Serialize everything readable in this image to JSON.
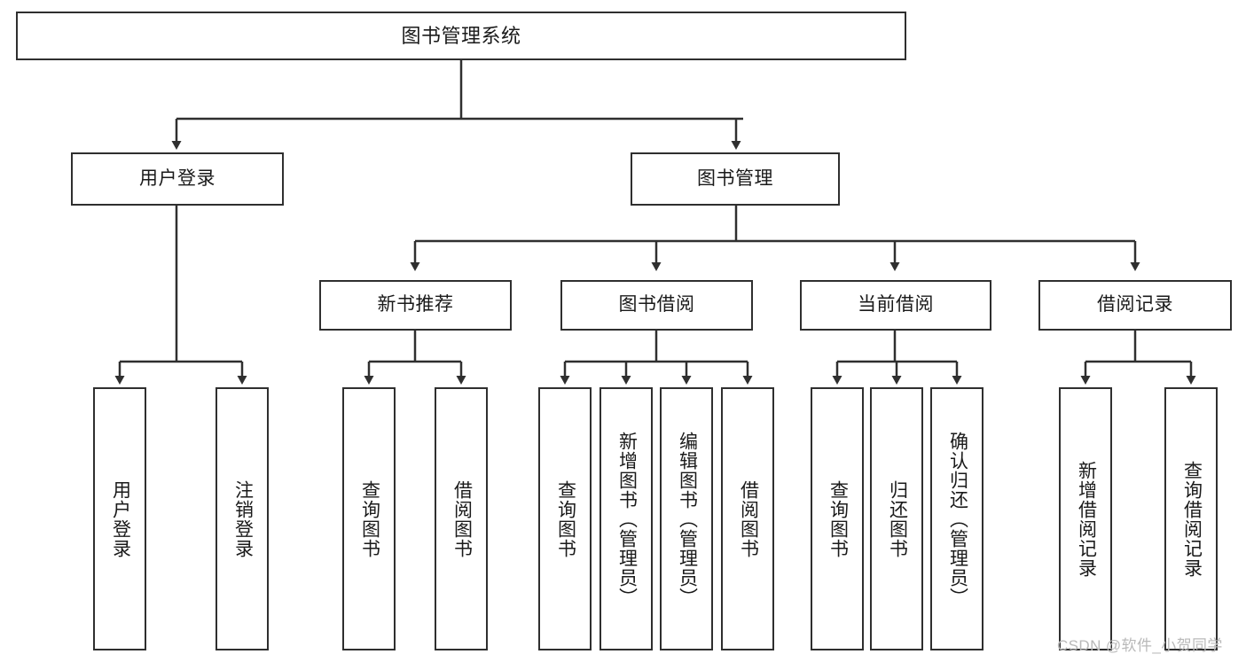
{
  "diagram": {
    "type": "tree-hierarchy",
    "title": "图书管理系统",
    "watermark": "CSDN @软件_小贺同学",
    "colors": {
      "stroke": "#2f2f2f",
      "fill": "#ffffff",
      "text": "#1a1a1a",
      "watermark": "#b9b9b9"
    },
    "nodes": {
      "root": {
        "label": "图书管理系统"
      },
      "level1": [
        {
          "label": "用户登录"
        },
        {
          "label": "图书管理"
        }
      ],
      "level2": [
        {
          "label": "新书推荐"
        },
        {
          "label": "图书借阅"
        },
        {
          "label": "当前借阅"
        },
        {
          "label": "借阅记录"
        }
      ],
      "leaves": {
        "user_login": [
          {
            "label": "用户登录"
          },
          {
            "label": "注销登录"
          }
        ],
        "new_book": [
          {
            "label": "查询图书"
          },
          {
            "label": "借阅图书"
          }
        ],
        "book_borrow": [
          {
            "label": "查询图书"
          },
          {
            "label": "新增图书（管理员）"
          },
          {
            "label": "编辑图书（管理员）"
          },
          {
            "label": "借阅图书"
          }
        ],
        "current_borrow": [
          {
            "label": "查询图书"
          },
          {
            "label": "归还图书"
          },
          {
            "label": "确认归还（管理员）"
          }
        ],
        "borrow_record": [
          {
            "label": "新增借阅记录"
          },
          {
            "label": "查询借阅记录"
          }
        ]
      }
    }
  }
}
